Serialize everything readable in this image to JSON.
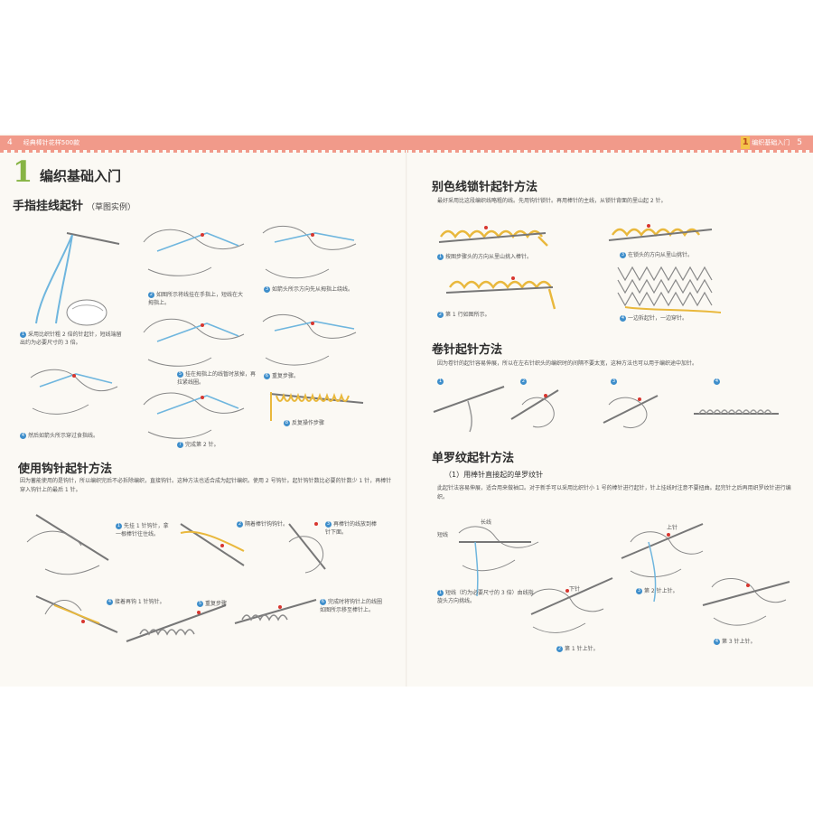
{
  "header": {
    "left_page_number": "4",
    "left_running_title": "经典棒针花样500款",
    "right_chapter_number": "1",
    "right_running_title": "编织基础入门",
    "right_page_number": "5"
  },
  "left_page": {
    "chapter_number": "1",
    "chapter_title": "编织基础入门",
    "section_finger": {
      "title": "手指挂线起针",
      "subtitle": "（草图实例）",
      "steps": [
        {
          "n": "1",
          "text": "采用比织针粗 2 倍的针起针，短线端留出约为必要尺寸的 3 倍。"
        },
        {
          "n": "2",
          "text": "如图所示将线挂在手指上，短线在大拇指上。"
        },
        {
          "n": "3",
          "text": "如箭头所示方向先从拇指上绕线。"
        },
        {
          "n": "4",
          "text": "然后如箭头所示穿过食指线。"
        },
        {
          "n": "5",
          "text": "挂在拇指上的线暂时放掉，再拉紧线圈。"
        },
        {
          "n": "6",
          "text": "重复步骤。"
        },
        {
          "n": "7",
          "text": "完成第 2 针。"
        },
        {
          "n": "8",
          "text": "反复操作步骤"
        }
      ]
    },
    "section_crochet": {
      "title": "使用钩针起针方法",
      "body": "因为蓄能使用的是钩针，所以编织完后不必拆除编织，直接钩针。这种方法也适合成为起针编织。使用 2 号钩针。起针钩针数比必要的针数少 1 针，再棒针穿入钩针上的最后 1 针。",
      "steps": [
        {
          "n": "1",
          "text": "先挂 1 针钩针，拿一根棒针往住线。"
        },
        {
          "n": "2",
          "text": "隔着棒针钩钩针。"
        },
        {
          "n": "3",
          "text": "再棒针的线放到棒针下面。"
        },
        {
          "n": "4",
          "text": "接着再钩 1 针钩针。"
        },
        {
          "n": "5",
          "text": "重复步骤"
        },
        {
          "n": "6",
          "text": "完成时将钩针上的线圈如图所示移至棒针上。"
        }
      ]
    }
  },
  "right_page": {
    "section_contrast": {
      "title": "别色线锁针起针方法",
      "body": "最好采用比这段编织线略粗的线。先用钩针锁针。再用棒针的主线，从锁针背面的里山起 2 针。",
      "steps": [
        {
          "n": "1",
          "text": "按图步骤头的方向从里山挑入棒针。"
        },
        {
          "n": "2",
          "text": "第 1 行如图所示。"
        },
        {
          "n": "3",
          "text": "在锁头的方向从里山挑针。"
        },
        {
          "n": "4",
          "text": "一边拆起针，一边穿针。"
        }
      ]
    },
    "section_roll": {
      "title": "卷针起针方法",
      "body": "因为卷针的起针容易伸展，所以在左右针织头的编织时的间隔不要太宽，这种方法也可以用于编织途中加针。",
      "steps": [
        "1",
        "2",
        "3",
        "4"
      ]
    },
    "section_rib": {
      "title": "单罗纹起针方法",
      "subsection": "（1）用棒针直接起的单罗纹针",
      "body": "此起针法容易伸展，适合用来做袖口。对于新手可以采用比织针小 1 号的棒针进行起针，针上挂线时注意不要扭曲。起完针之后再用织罗纹针进行编织。",
      "labels": {
        "short": "短线",
        "long": "长线",
        "upper": "上针",
        "lower": "下针"
      },
      "steps": [
        {
          "n": "1",
          "text": "短线（约为必要尺寸的 3 倍）由线指旋头方向挑线。"
        },
        {
          "n": "2",
          "text": "第 1 针上针。"
        },
        {
          "n": "3",
          "text": "第 2 针上针。"
        },
        {
          "n": "4",
          "text": "第 3 针上针。"
        }
      ]
    }
  },
  "colors": {
    "band": "#f19a8a",
    "chapter_green": "#87b445",
    "step_blue": "#3e8ecb",
    "yarn_blue": "#6fb6de",
    "yarn_yellow": "#e9b83c",
    "arrow_red": "#d8362f"
  }
}
